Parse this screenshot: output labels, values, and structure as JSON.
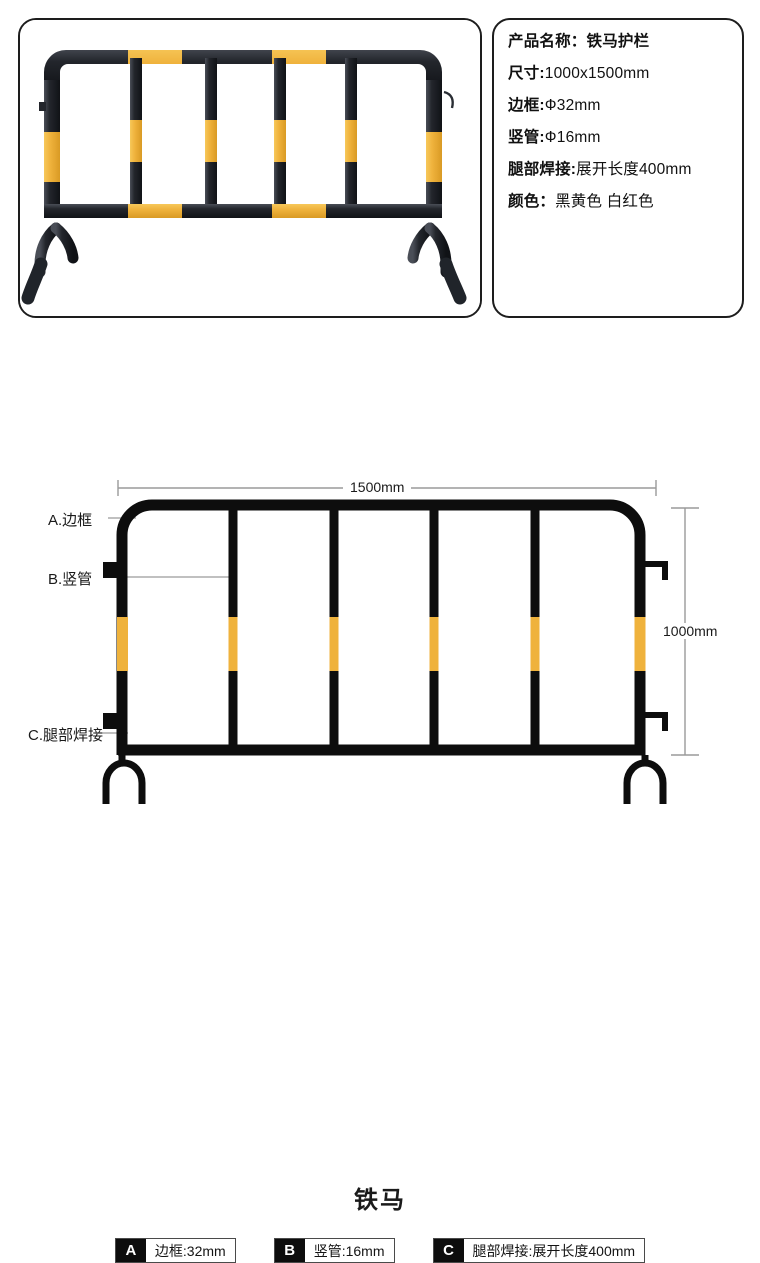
{
  "product_photo": {
    "alt_name": "crowd-control-barrier-photo",
    "frame_color": "#1d1d1d",
    "band_color": "#EFB23C"
  },
  "spec_panel": {
    "rows": [
      {
        "key": "产品名称：",
        "value": "铁马护栏",
        "bold_value": true
      },
      {
        "key": "尺寸:",
        "value": "1000x1500mm",
        "bold_value": false
      },
      {
        "key": "边框:",
        "value": "Ф32mm",
        "bold_value": false
      },
      {
        "key": "竖管:",
        "value": "Ф16mm",
        "bold_value": false
      },
      {
        "key": "腿部焊接:",
        "value": "展开长度400mm",
        "bold_value": false
      },
      {
        "key": "颜色：",
        "value": "黑黄色 白红色",
        "bold_value": false
      }
    ]
  },
  "diagram": {
    "caption": "铁马",
    "width_dimension": "1500mm",
    "height_dimension": "1000mm",
    "part_labels": [
      {
        "id": "A",
        "text": "A.边框"
      },
      {
        "id": "B",
        "text": "B.竖管"
      },
      {
        "id": "C",
        "text": "C.腿部焊接"
      }
    ],
    "colors": {
      "tube": "#0d0d0d",
      "band": "#EFB23C",
      "dimension_line": "#9a9a9a"
    }
  },
  "legend": {
    "items": [
      {
        "key": "A",
        "text": "边框:32mm"
      },
      {
        "key": "B",
        "text": "竖管:16mm"
      },
      {
        "key": "C",
        "text": "腿部焊接:展开长度400mm"
      }
    ]
  }
}
